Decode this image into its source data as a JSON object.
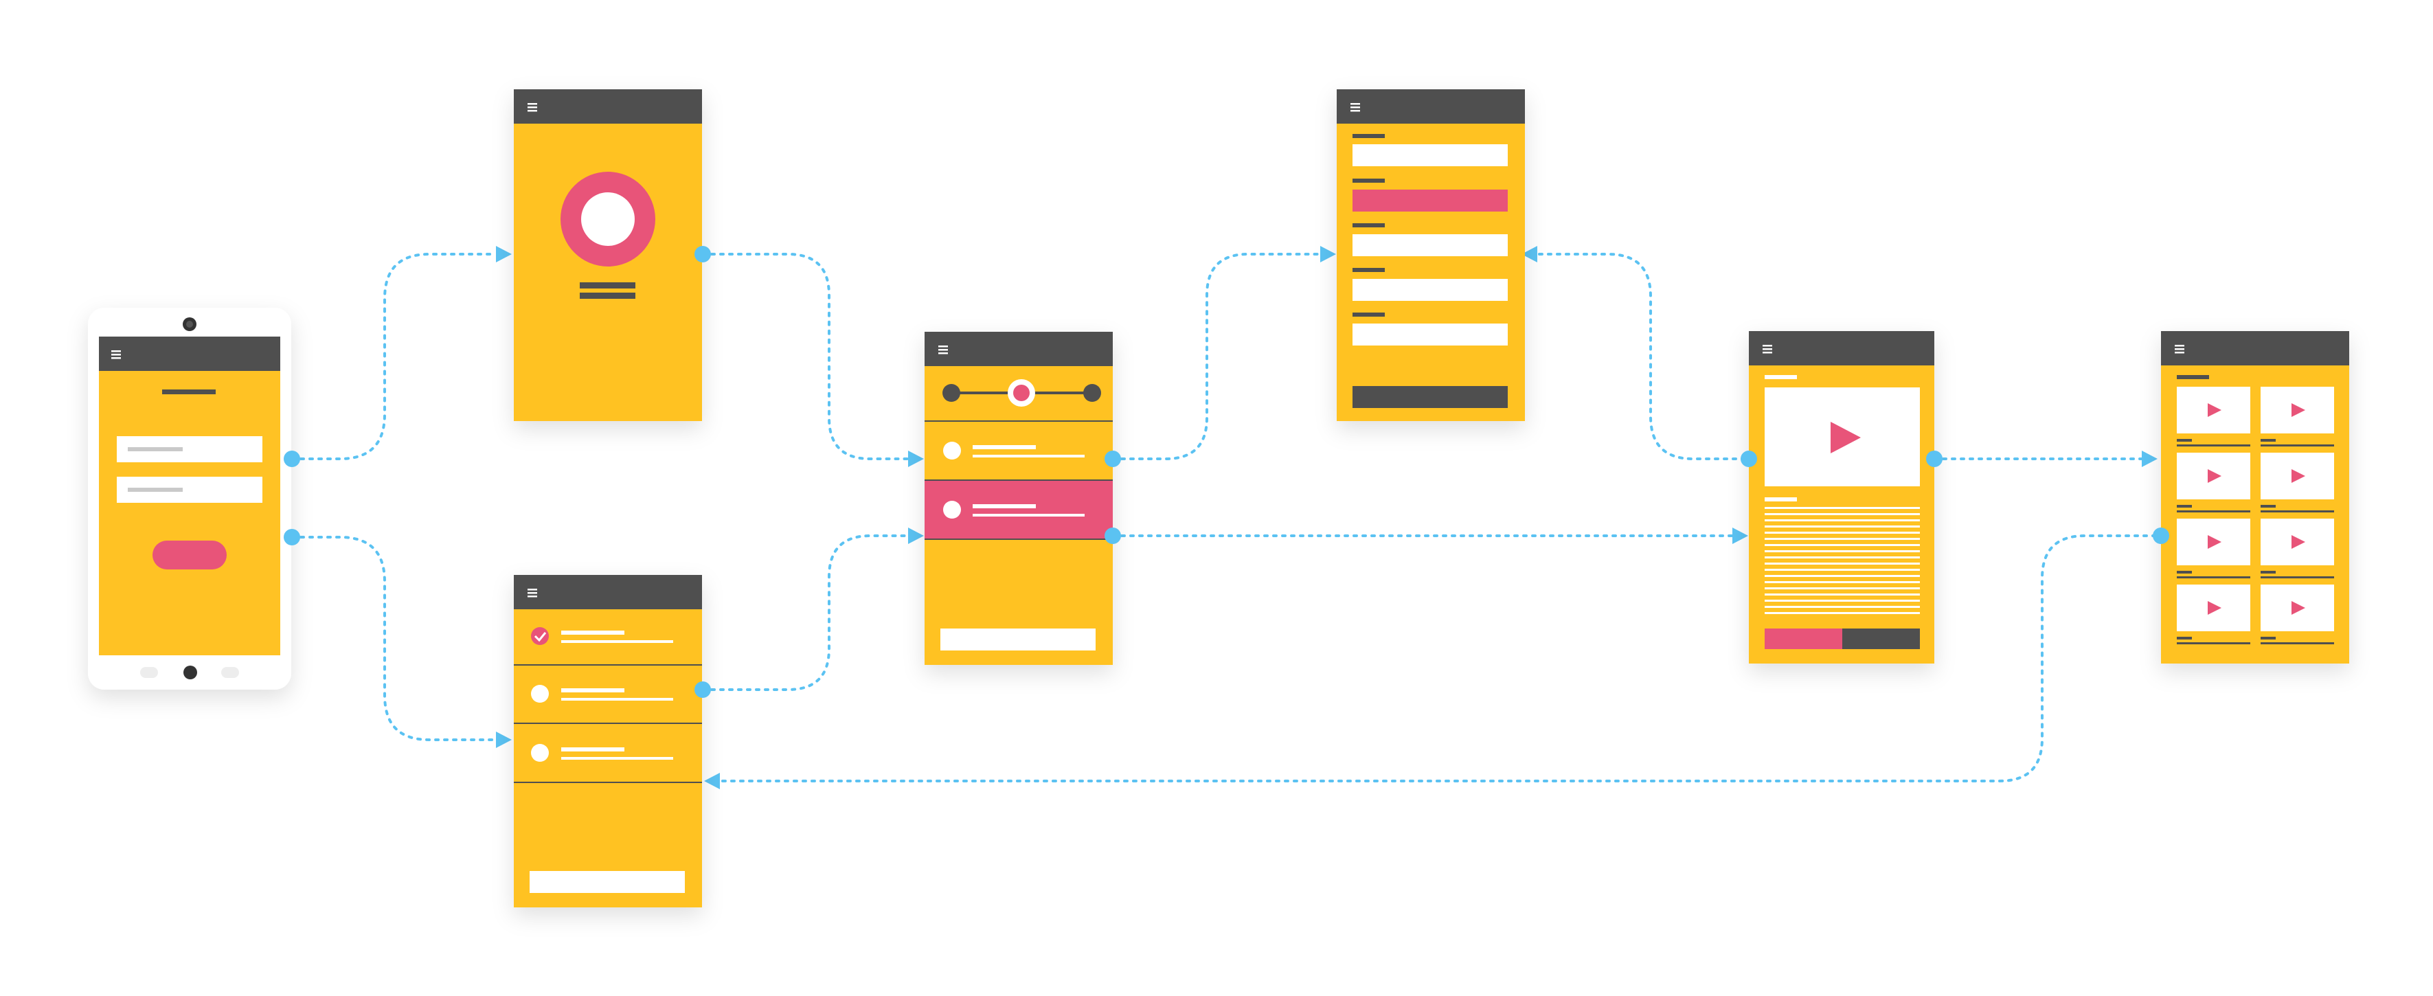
{
  "colors": {
    "screen": "#FFC224",
    "header": "#4F4F4F",
    "accent": "#E85479",
    "connector": "#5BC2F2",
    "white": "#FFFFFF",
    "phone_body": "#FFFFFF",
    "line_dark": "#4F4F4F",
    "field_text": "#C9C9C9"
  },
  "screens": [
    {
      "id": "login",
      "icon": "menu-icon",
      "content": "login-form"
    },
    {
      "id": "profile",
      "icon": "menu-icon",
      "content": "avatar"
    },
    {
      "id": "checklist",
      "icon": "menu-icon",
      "content": "checklist"
    },
    {
      "id": "options-list",
      "icon": "menu-icon",
      "content": "slider-and-options"
    },
    {
      "id": "form",
      "icon": "menu-icon",
      "content": "form-fields"
    },
    {
      "id": "video-detail",
      "icon": "menu-icon",
      "content": "video-player"
    },
    {
      "id": "video-grid",
      "icon": "menu-icon",
      "content": "video-thumbnails"
    }
  ],
  "connections": [
    {
      "from": "login",
      "to": "profile"
    },
    {
      "from": "login",
      "to": "checklist"
    },
    {
      "from": "profile",
      "to": "options-list"
    },
    {
      "from": "checklist",
      "to": "options-list"
    },
    {
      "from": "options-list",
      "to": "form"
    },
    {
      "from": "options-list",
      "to": "video-detail"
    },
    {
      "from": "video-detail",
      "to": "form"
    },
    {
      "from": "video-detail",
      "to": "video-grid"
    },
    {
      "from": "video-grid",
      "to": "checklist"
    }
  ]
}
